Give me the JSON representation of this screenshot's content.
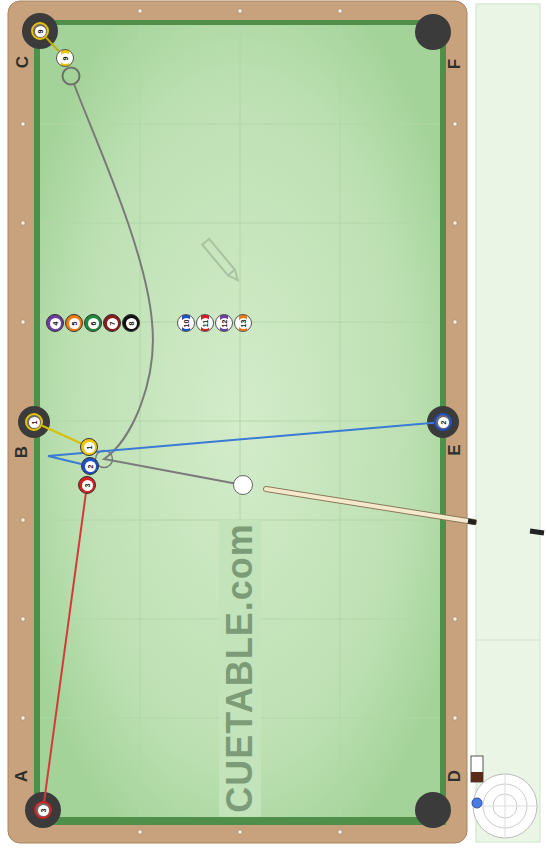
{
  "diagram": {
    "nodes": [
      {
        "text": [
          "9"
        ]
      },
      {
        "text": [
          "9"
        ]
      },
      {
        "text": [
          "4"
        ]
      },
      {
        "text": [
          "5"
        ]
      },
      {
        "text": [
          "6"
        ]
      },
      {
        "text": [
          "7"
        ]
      },
      {
        "text": [
          "8"
        ]
      },
      {
        "text": [
          "10"
        ]
      },
      {
        "text": [
          "11"
        ]
      },
      {
        "text": [
          "12"
        ]
      },
      {
        "text": [
          "13"
        ]
      },
      {
        "text": [
          "1"
        ]
      },
      {
        "text": [
          "2"
        ]
      },
      {
        "text": [
          "1"
        ]
      },
      {
        "text": [
          "2"
        ]
      },
      {
        "text": [
          "3"
        ]
      },
      {
        "text": [
          "3"
        ]
      }
    ],
    "edges": [
      {
        "from": 1,
        "to": 0,
        "arrow": "none"
      },
      {
        "from": 13,
        "to": 11,
        "arrow": "none"
      },
      {
        "from": 14,
        "to": 12,
        "arrow": "none"
      },
      {
        "from": 15,
        "to": 16,
        "arrow": "none"
      }
    ],
    "labels": [
      "C",
      "F",
      "B",
      "E",
      "A",
      "D",
      "CUETABLE.com"
    ]
  }
}
